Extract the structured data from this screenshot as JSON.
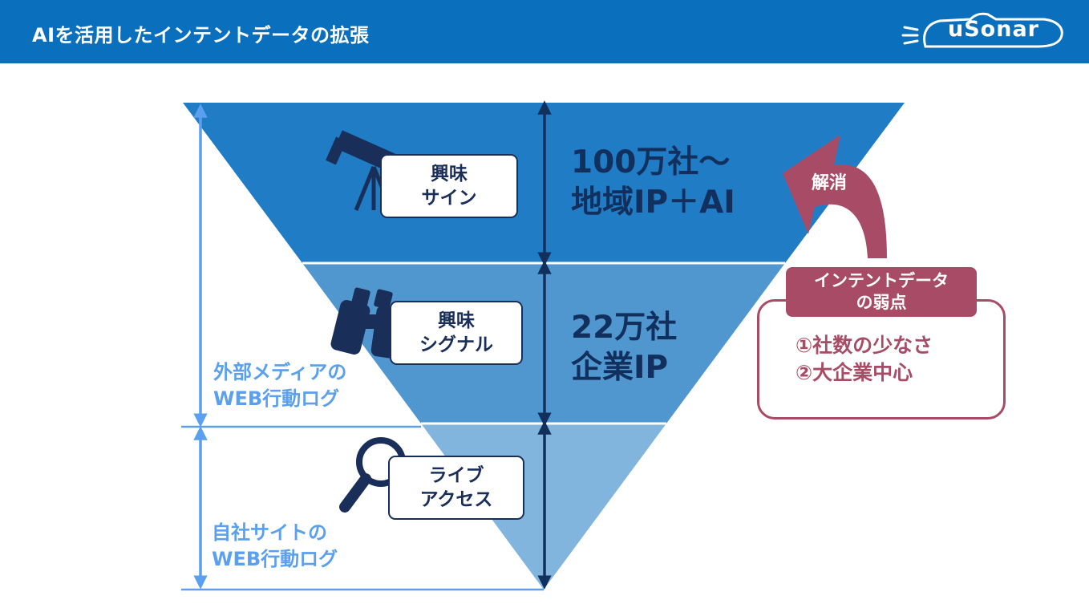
{
  "header": {
    "title": "AIを活用したインテントデータの拡張",
    "logo_text": "uSonar"
  },
  "funnel": {
    "levels": [
      {
        "label_lines": [
          "興味",
          "サイン"
        ],
        "value_lines": [
          "100万社〜",
          "地域IP＋AI"
        ],
        "icon": "telescope-icon"
      },
      {
        "label_lines": [
          "興味",
          "シグナル"
        ],
        "value_lines": [
          "22万社",
          "企業IP"
        ],
        "icon": "binoculars-icon"
      },
      {
        "label_lines": [
          "ライブ",
          "アクセス"
        ],
        "value_lines": [],
        "icon": "magnifier-icon"
      }
    ]
  },
  "side_labels": {
    "external": [
      "外部メディアの",
      "WEB行動ログ"
    ],
    "own_site": [
      "自社サイトの",
      "WEB行動ログ"
    ]
  },
  "resolve": {
    "label": "解消"
  },
  "weakness": {
    "title_lines": [
      "インテントデータ",
      "の弱点"
    ],
    "items": [
      "①社数の少なさ",
      "②大企業中心"
    ]
  },
  "colors": {
    "header_bg": "#0a70be",
    "level_1": "#1f7cc5",
    "level_2": "#5096cf",
    "level_3": "#82b5de",
    "navy": "#12305e",
    "side_arrow": "#5aa0ee",
    "accent_red": "#a84b66"
  }
}
